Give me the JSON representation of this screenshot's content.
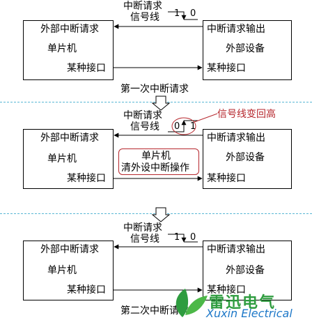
{
  "panels": [
    {
      "caption": "第一次中断请求",
      "signal_line_label": [
        "中断请求",
        "信号线"
      ],
      "level_transition": "1→0",
      "left_box": {
        "lines": [
          "外部中断请求",
          "单片机",
          "某种接口"
        ]
      },
      "right_box": {
        "lines": [
          "中断请求输出",
          "外部设备",
          "某种接口"
        ]
      }
    },
    {
      "signal_line_label": [
        "中断请求",
        "信号线"
      ],
      "level_transition": "0→1",
      "callout": "信号线变回高",
      "inner_box": [
        "单片机",
        "清外设中断操作"
      ],
      "left_box": {
        "lines": [
          "外部中断请求",
          "单片机",
          "某种接口"
        ]
      },
      "right_box": {
        "lines": [
          "中断请求输出",
          "外部设备",
          "某种接口"
        ]
      }
    },
    {
      "caption": "第二次中断请求",
      "signal_line_label": [
        "中断请求",
        "信号线"
      ],
      "level_transition": "1→0",
      "left_box": {
        "lines": [
          "外部中断请求",
          "单片机",
          "某种接口"
        ]
      },
      "right_box": {
        "lines": [
          "中断请求输出",
          "外部设备",
          "某种接口"
        ]
      }
    }
  ],
  "logo": {
    "name_cn": "雷迅电气",
    "name_en": "Xuxin Electrical",
    "colors": {
      "green": "#2e9c3f",
      "blue": "#1e78c8"
    }
  },
  "colors": {
    "separator": "#58b7d4",
    "callout": "#b6262c"
  }
}
